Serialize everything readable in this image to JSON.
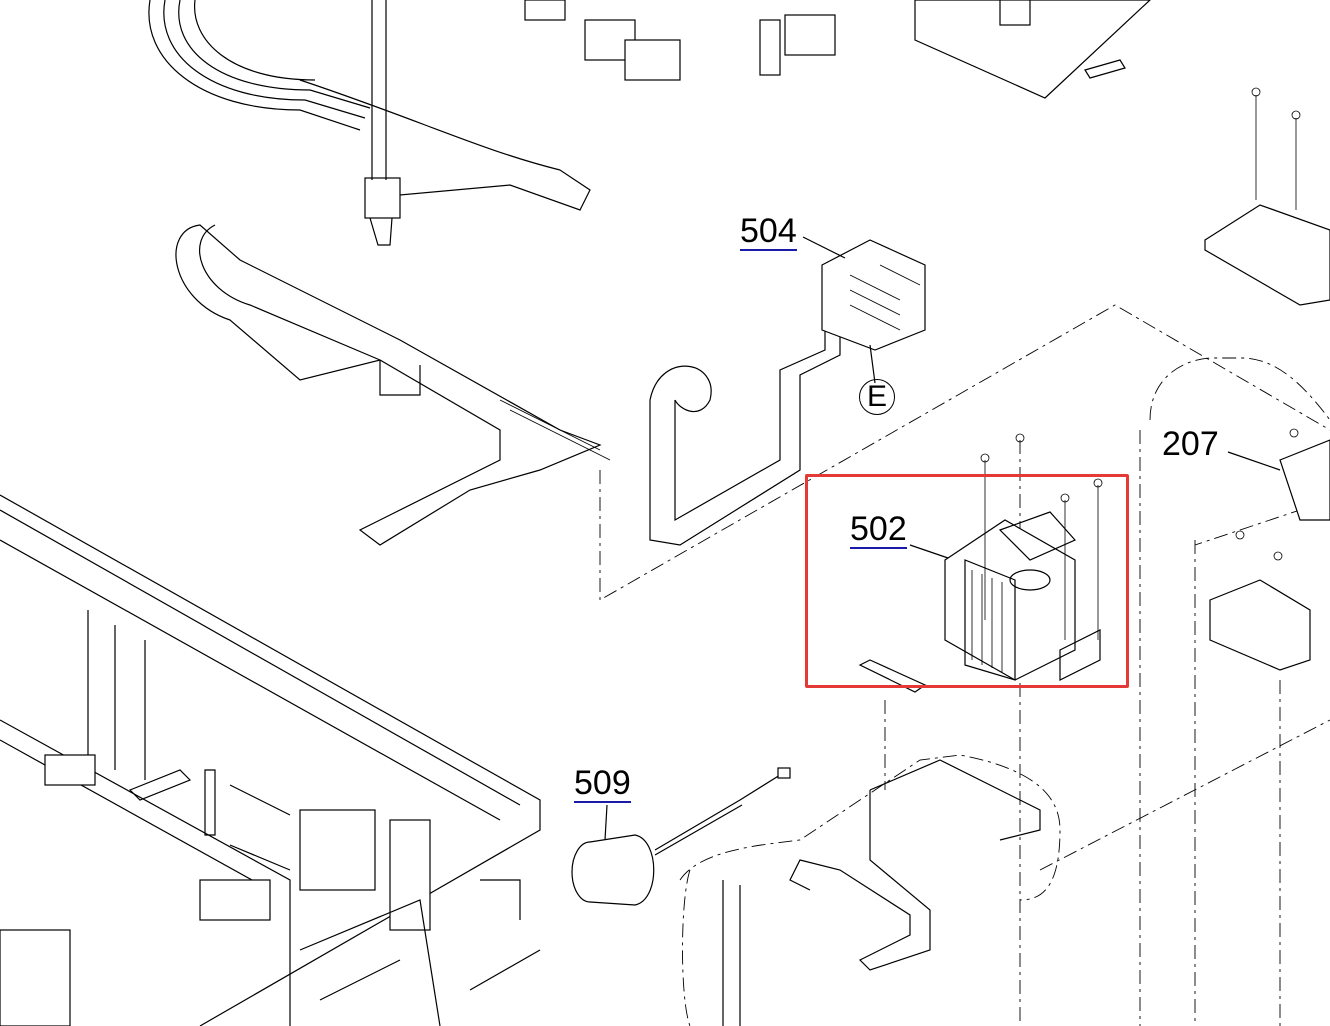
{
  "diagram": {
    "callouts": [
      {
        "id": "504",
        "label": "504",
        "linked": true
      },
      {
        "id": "502",
        "label": "502",
        "linked": true
      },
      {
        "id": "509",
        "label": "509",
        "linked": true
      },
      {
        "id": "207",
        "label": "207",
        "linked": false
      }
    ],
    "connector_marker": "E",
    "highlighted_part": "502",
    "colors": {
      "highlight": "#e53935",
      "link_underline": "#1a1aa8",
      "line": "#000000"
    }
  }
}
